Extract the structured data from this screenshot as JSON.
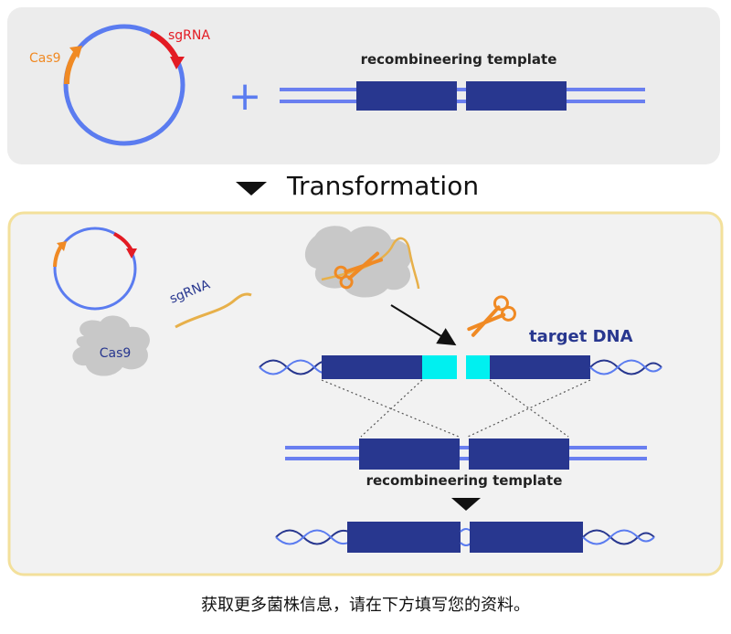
{
  "top_panel": {
    "plasmid": {
      "cas9_label": "Cas9",
      "sgrna_label": "sgRNA"
    },
    "plus_sign": "+",
    "template_label": "recombineering template"
  },
  "transformation": {
    "label": "Transformation"
  },
  "bottom_panel": {
    "plasmid": {},
    "sgrna_label": "sgRNA",
    "cas9_label": "Cas9",
    "target_label": "target DNA",
    "template_label": "recombineering template"
  },
  "footer_text": "获取更多菌株信息，请在下方填写您的资料。",
  "colors": {
    "top_panel_bg": "#ececec",
    "bottom_panel_bg": "#f2f2f2",
    "bottom_panel_border": "#f3e09b",
    "plasmid_blue": "#5b7cf0",
    "cas9_orange": "#f08a24",
    "sgrna_red": "#e31b23",
    "dna_navy": "#28378f",
    "dna_light": "#6a7ff0",
    "cyan": "#00f0f0",
    "protein_grey": "#c8c8c8",
    "guide_gold": "#e7b04a"
  }
}
